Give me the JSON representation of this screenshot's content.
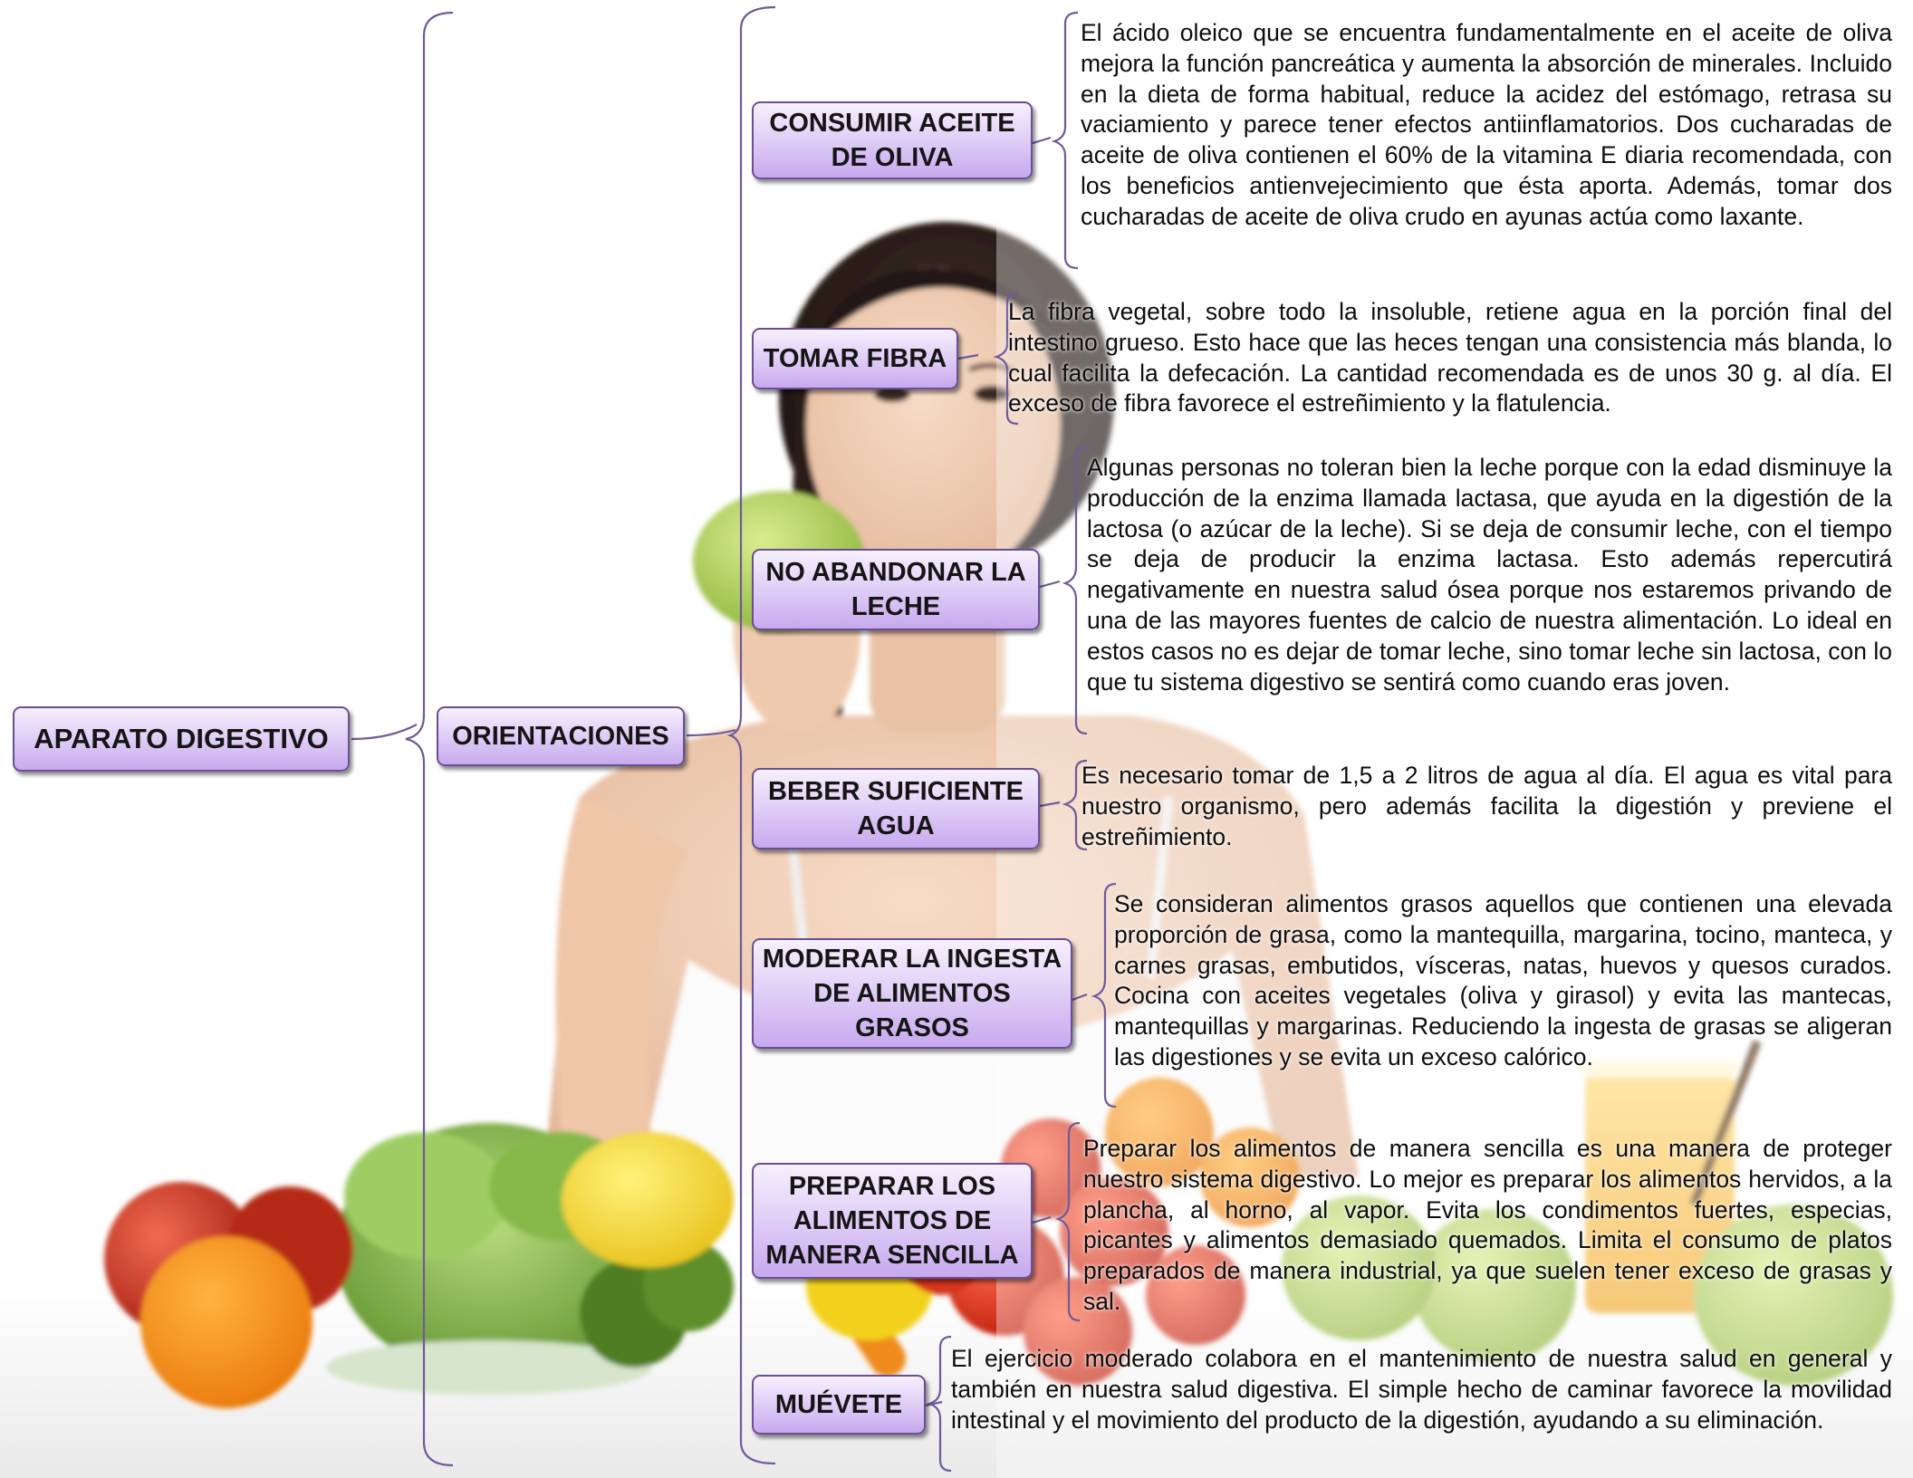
{
  "root": {
    "label": "APARATO DIGESTIVO"
  },
  "hub": {
    "label": "ORIENTACIONES"
  },
  "topics": [
    {
      "label": "CONSUMIR ACEITE DE OLIVA",
      "description": "El ácido oleico que se encuentra fundamentalmente en el aceite de oliva mejora la función pancreática y aumenta la absorción de minerales. Incluido en la dieta de forma habitual, reduce la acidez del estómago, retrasa su vaciamiento y parece tener efectos antiinflamatorios. Dos cucharadas de aceite de oliva contienen el 60% de la vitamina E diaria recomendada, con los beneficios antienvejecimiento que ésta aporta. Además, tomar dos cucharadas de aceite de oliva crudo en ayunas actúa como laxante."
    },
    {
      "label": "TOMAR FIBRA",
      "description": "La fibra vegetal, sobre todo la insoluble, retiene agua en la porción final del intestino grueso. Esto hace que las heces tengan una consistencia más blanda, lo cual facilita la defecación. La cantidad recomendada es de unos 30 g. al día. El exceso de fibra favorece el estreñimiento y la flatulencia."
    },
    {
      "label": "NO ABANDONAR LA LECHE",
      "description": "Algunas personas no toleran bien la  leche porque con la edad disminuye la producción de la enzima llamada lactasa, que ayuda en la digestión de la lactosa (o azúcar de la leche). Si se deja de consumir leche, con el tiempo se deja de producir la enzima lactasa. Esto además repercutirá negativamente en nuestra salud ósea porque nos estaremos privando de una de las mayores fuentes de calcio de nuestra alimentación. Lo ideal en estos casos no es dejar de tomar leche, sino tomar leche sin lactosa, con lo que tu sistema digestivo se sentirá como cuando eras joven."
    },
    {
      "label": "BEBER SUFICIENTE AGUA",
      "description": "Es necesario tomar de 1,5 a 2 litros de agua al día. El agua es vital para nuestro organismo, pero además facilita la digestión y previene el estreñimiento."
    },
    {
      "label": "MODERAR LA INGESTA DE ALIMENTOS GRASOS",
      "description": "Se consideran alimentos grasos aquellos que contienen una elevada proporción de grasa, como la mantequilla, margarina, tocino, manteca, y carnes grasas, embutidos, vísceras, natas, huevos y quesos curados. Cocina con aceites vegetales (oliva y girasol) y evita las mantecas, mantequillas y margarinas. Reduciendo la ingesta de grasas se aligeran las digestiones y se evita un exceso calórico."
    },
    {
      "label": "PREPARAR LOS ALIMENTOS DE MANERA SENCILLA",
      "description": "Preparar los alimentos de manera sencilla es una manera de proteger nuestro sistema digestivo. Lo mejor es preparar los alimentos hervidos, a la plancha, al horno, al vapor. Evita los condimentos fuertes, especias, picantes y alimentos demasiado quemados. Limita el consumo de platos preparados de manera industrial, ya que suelen tener exceso de grasas y sal."
    },
    {
      "label": "MUÉVETE",
      "description": "El ejercicio moderado colabora en el mantenimiento de nuestra salud en general y también en nuestra salud digestiva. El simple hecho de caminar favorece la movilidad intestinal y el movimiento del producto de la digestión, ayudando a su eliminación."
    }
  ],
  "colors": {
    "node_fill_top": "#f6f0fd",
    "node_fill_bottom": "#c7a9ee",
    "node_border": "#6a4f96",
    "connector": "#6f5a9a",
    "text": "#0d0d0d"
  }
}
